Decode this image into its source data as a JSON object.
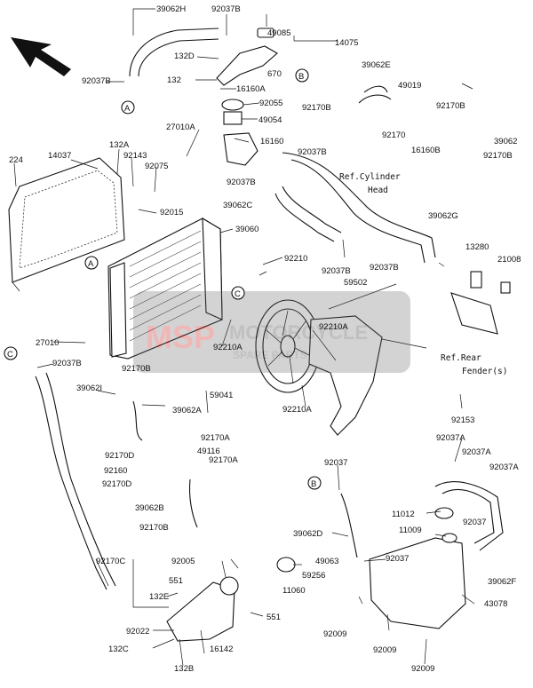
{
  "callouts": {
    "A": "A",
    "B": "B",
    "C": "C"
  },
  "references": {
    "cylinder_head": [
      "Ref.Cylinder",
      "Head"
    ],
    "rear_fender": [
      "Ref.Rear",
      "Fender(s)"
    ]
  },
  "watermark": {
    "logo": "MSP",
    "text": "MOTORCYCLE",
    "sub": "SPARE PARTS"
  },
  "labels": {
    "p39062H": "39062H",
    "p92037B_1": "92037B",
    "p49085": "49085",
    "p14075": "14075",
    "p132D": "132D",
    "p670": "670",
    "p92037B_2": "92037B",
    "p132": "132",
    "p16160A": "16160A",
    "p92055": "92055",
    "p49054": "49054",
    "p27010A": "27010A",
    "p16160": "16160",
    "p39062E": "39062E",
    "p49019": "49019",
    "p92170B_1": "92170B",
    "p92170": "92170",
    "p92170B_2": "92170B",
    "p16160B": "16160B",
    "p39062": "39062",
    "p92170B_3": "92170B",
    "p224": "224",
    "p14037": "14037",
    "p132A": "132A",
    "p92143": "92143",
    "p92075": "92075",
    "p92037B_3": "92037B",
    "p92037B_4": "92037B",
    "p92015": "92015",
    "p39062C": "39062C",
    "p39060": "39060",
    "p39062G": "39062G",
    "p13280": "13280",
    "p21008": "21008",
    "p92210": "92210",
    "p92037B_5": "92037B",
    "p92037B_6": "92037B",
    "p59502": "59502",
    "p27010": "27010",
    "p92210A_1": "92210A",
    "p92210A_2": "92210A",
    "p92037B_7": "92037B",
    "p92170B_4": "92170B",
    "p39062I": "39062I",
    "p59041": "59041",
    "p92210A_3": "92210A",
    "p39062A": "39062A",
    "p92153": "92153",
    "p92170A_1": "92170A",
    "p49116": "49116",
    "p92170D_1": "92170D",
    "p92170A_2": "92170A",
    "p92160": "92160",
    "p92170D_2": "92170D",
    "p92037A_1": "92037A",
    "p92037A_2": "92037A",
    "p92037A_3": "92037A",
    "p92037_1": "92037",
    "p39062B": "39062B",
    "p11012": "11012",
    "p92170B_5": "92170B",
    "p92037_2": "92037",
    "p11009": "11009",
    "p39062D": "39062D",
    "p92005": "92005",
    "p49063": "49063",
    "p92037_3": "92037",
    "p92170C": "92170C",
    "p551_1": "551",
    "p59256": "59256",
    "p11060": "11060",
    "p39062F": "39062F",
    "p132E": "132E",
    "p43078": "43078",
    "p551_2": "551",
    "p92022": "92022",
    "p92009_1": "92009",
    "p132C": "132C",
    "p16142": "16142",
    "p92009_2": "92009",
    "p132B": "132B",
    "p92009_3": "92009"
  }
}
